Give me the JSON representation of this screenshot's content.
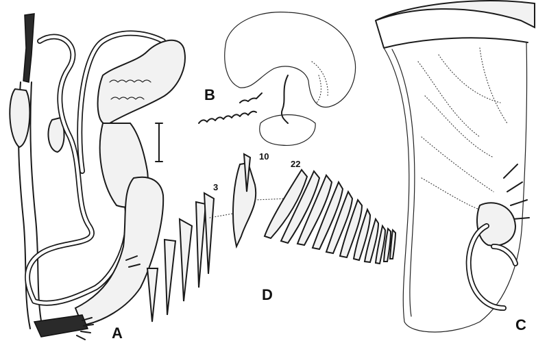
{
  "labels": {
    "panel_a": "A",
    "panel_b": "B",
    "panel_c": "C",
    "panel_d": "D",
    "tooth_3": "3",
    "tooth_10": "10",
    "tooth_22": "22"
  }
}
